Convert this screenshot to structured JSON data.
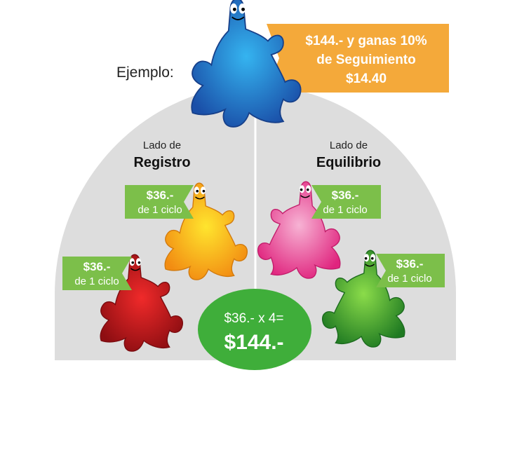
{
  "example_label": "Ejemplo:",
  "top_banner": {
    "line1": "$144.- y ganas 10%",
    "line2": "de Seguimiento",
    "line3": "$14.40",
    "color": "#F4A93A"
  },
  "left_side": {
    "caption": "Lado de",
    "title": "Registro"
  },
  "right_side": {
    "caption": "Lado de",
    "title": "Equilibrio"
  },
  "tags": [
    {
      "amount": "$36.-",
      "cycle": "de 1 ciclo"
    },
    {
      "amount": "$36.-",
      "cycle": "de 1 ciclo"
    },
    {
      "amount": "$36.-",
      "cycle": "de 1 ciclo"
    },
    {
      "amount": "$36.-",
      "cycle": "de 1 ciclo"
    }
  ],
  "total": {
    "formula": "$36.- x 4=",
    "amount": "$144.-",
    "color": "#3FAE3A"
  },
  "colors": {
    "background_arc": "#DDDDDD",
    "tag_green": "#7CBF4A",
    "puzzle_blue": "#1F5FB5",
    "puzzle_orange": "#F7A81B",
    "puzzle_red": "#C8141B",
    "puzzle_pink": "#E8418D",
    "puzzle_green": "#3A9A2A"
  },
  "icons": [
    "puzzle-mascot-icon"
  ]
}
